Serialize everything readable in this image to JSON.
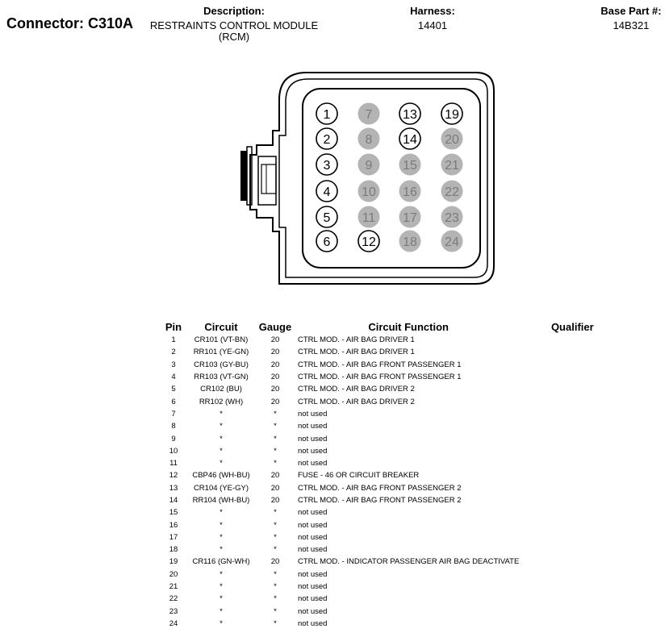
{
  "header": {
    "connector": "Connector: C310A",
    "description_label": "Description:",
    "description_line1": "RESTRAINTS CONTROL MODULE",
    "description_line2": "(RCM)",
    "harness_label": "Harness:",
    "harness_value": "14401",
    "base_part_label": "Base Part #:",
    "base_part_value": "14B321"
  },
  "connector_pins": [
    {
      "num": "1",
      "state": "used"
    },
    {
      "num": "2",
      "state": "used"
    },
    {
      "num": "3",
      "state": "used"
    },
    {
      "num": "4",
      "state": "used"
    },
    {
      "num": "5",
      "state": "used"
    },
    {
      "num": "6",
      "state": "used"
    },
    {
      "num": "7",
      "state": "unused"
    },
    {
      "num": "8",
      "state": "unused"
    },
    {
      "num": "9",
      "state": "unused"
    },
    {
      "num": "10",
      "state": "unused"
    },
    {
      "num": "11",
      "state": "unused"
    },
    {
      "num": "12",
      "state": "used"
    },
    {
      "num": "13",
      "state": "used"
    },
    {
      "num": "14",
      "state": "used"
    },
    {
      "num": "15",
      "state": "unused"
    },
    {
      "num": "16",
      "state": "unused"
    },
    {
      "num": "17",
      "state": "unused"
    },
    {
      "num": "18",
      "state": "unused"
    },
    {
      "num": "19",
      "state": "used"
    },
    {
      "num": "20",
      "state": "unused"
    },
    {
      "num": "21",
      "state": "unused"
    },
    {
      "num": "22",
      "state": "unused"
    },
    {
      "num": "23",
      "state": "unused"
    },
    {
      "num": "24",
      "state": "unused"
    }
  ],
  "colors": {
    "unused_fill": "#b4b4b4",
    "used_fill": "#ffffff",
    "outline": "#000000"
  },
  "table": {
    "headers": {
      "pin": "Pin",
      "circuit": "Circuit",
      "gauge": "Gauge",
      "function": "Circuit Function",
      "qualifier": "Qualifier"
    },
    "rows": [
      {
        "pin": "1",
        "circuit": "CR101 (VT-BN)",
        "gauge": "20",
        "function": "CTRL MOD. - AIR BAG DRIVER 1"
      },
      {
        "pin": "2",
        "circuit": "RR101 (YE-GN)",
        "gauge": "20",
        "function": "CTRL MOD. - AIR BAG DRIVER 1"
      },
      {
        "pin": "3",
        "circuit": "CR103 (GY-BU)",
        "gauge": "20",
        "function": "CTRL MOD. - AIR BAG FRONT PASSENGER 1"
      },
      {
        "pin": "4",
        "circuit": "RR103 (VT-GN)",
        "gauge": "20",
        "function": "CTRL MOD. - AIR BAG FRONT PASSENGER 1"
      },
      {
        "pin": "5",
        "circuit": "CR102 (BU)",
        "gauge": "20",
        "function": "CTRL MOD. - AIR BAG DRIVER 2"
      },
      {
        "pin": "6",
        "circuit": "RR102 (WH)",
        "gauge": "20",
        "function": "CTRL MOD. - AIR BAG DRIVER 2"
      },
      {
        "pin": "7",
        "circuit": "*",
        "gauge": "*",
        "function": "not used"
      },
      {
        "pin": "8",
        "circuit": "*",
        "gauge": "*",
        "function": "not used"
      },
      {
        "pin": "9",
        "circuit": "*",
        "gauge": "*",
        "function": "not used"
      },
      {
        "pin": "10",
        "circuit": "*",
        "gauge": "*",
        "function": "not used"
      },
      {
        "pin": "11",
        "circuit": "*",
        "gauge": "*",
        "function": "not used"
      },
      {
        "pin": "12",
        "circuit": "CBP46 (WH-BU)",
        "gauge": "20",
        "function": "FUSE - 46 OR CIRCUIT BREAKER"
      },
      {
        "pin": "13",
        "circuit": "CR104 (YE-GY)",
        "gauge": "20",
        "function": "CTRL MOD. - AIR BAG FRONT PASSENGER 2"
      },
      {
        "pin": "14",
        "circuit": "RR104 (WH-BU)",
        "gauge": "20",
        "function": "CTRL MOD. - AIR BAG FRONT PASSENGER 2"
      },
      {
        "pin": "15",
        "circuit": "*",
        "gauge": "*",
        "function": "not used"
      },
      {
        "pin": "16",
        "circuit": "*",
        "gauge": "*",
        "function": "not used"
      },
      {
        "pin": "17",
        "circuit": "*",
        "gauge": "*",
        "function": "not used"
      },
      {
        "pin": "18",
        "circuit": "*",
        "gauge": "*",
        "function": "not used"
      },
      {
        "pin": "19",
        "circuit": "CR116 (GN-WH)",
        "gauge": "20",
        "function": "CTRL MOD. - INDICATOR PASSENGER AIR BAG DEACTIVATE"
      },
      {
        "pin": "20",
        "circuit": "*",
        "gauge": "*",
        "function": "not used"
      },
      {
        "pin": "21",
        "circuit": "*",
        "gauge": "*",
        "function": "not used"
      },
      {
        "pin": "22",
        "circuit": "*",
        "gauge": "*",
        "function": "not used"
      },
      {
        "pin": "23",
        "circuit": "*",
        "gauge": "*",
        "function": "not used"
      },
      {
        "pin": "24",
        "circuit": "*",
        "gauge": "*",
        "function": "not used"
      }
    ]
  }
}
